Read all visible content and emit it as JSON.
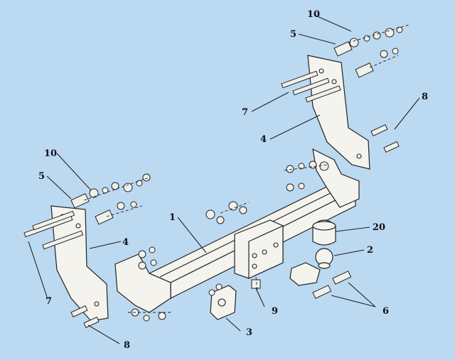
{
  "diagram": {
    "background_color": "#bcd9f2",
    "callouts": [
      {
        "id": "c10a",
        "text": "10"
      },
      {
        "id": "c5a",
        "text": "5"
      },
      {
        "id": "c7a",
        "text": "7"
      },
      {
        "id": "c8a",
        "text": "8"
      },
      {
        "id": "c4a",
        "text": "4"
      },
      {
        "id": "c10b",
        "text": "10"
      },
      {
        "id": "c5b",
        "text": "5"
      },
      {
        "id": "c1",
        "text": "1"
      },
      {
        "id": "c4b",
        "text": "4"
      },
      {
        "id": "c20",
        "text": "20"
      },
      {
        "id": "c2",
        "text": "2"
      },
      {
        "id": "c7b",
        "text": "7"
      },
      {
        "id": "c9",
        "text": "9"
      },
      {
        "id": "c6",
        "text": "6"
      },
      {
        "id": "c3",
        "text": "3"
      },
      {
        "id": "c8b",
        "text": "8"
      }
    ]
  }
}
